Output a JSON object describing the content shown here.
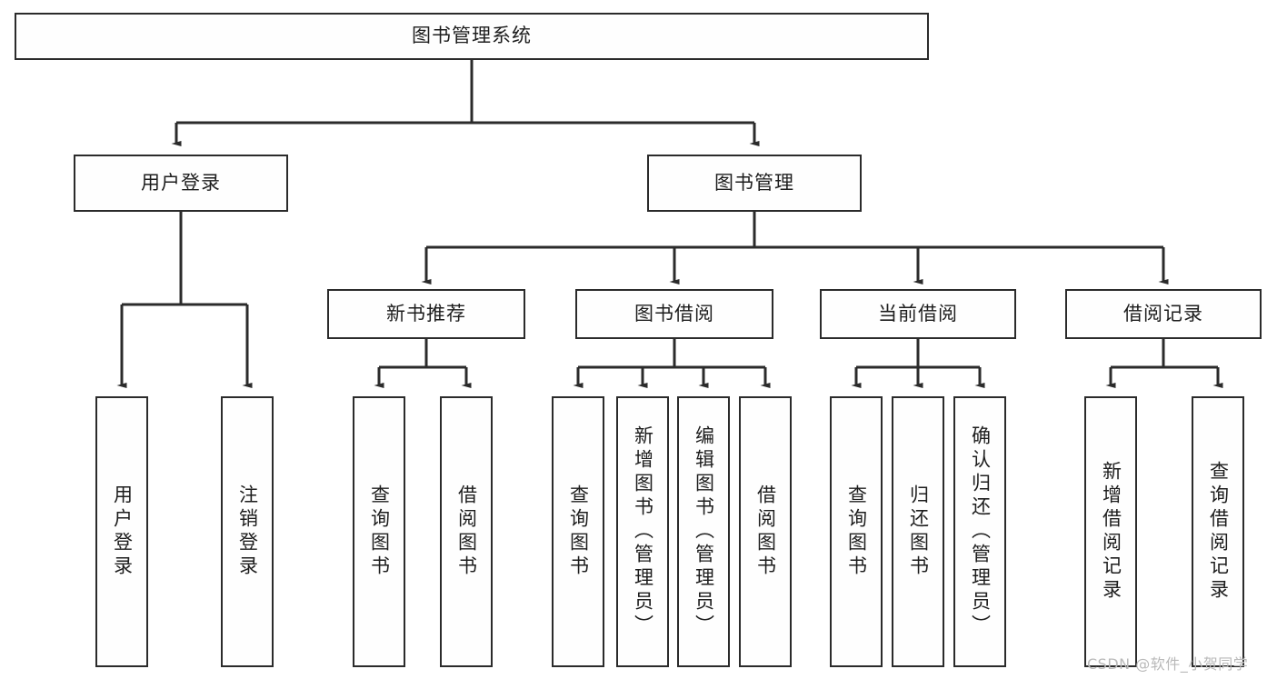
{
  "diagram": {
    "type": "tree-hierarchy",
    "title": "图书管理系统",
    "watermark": "CSDN @软件_小贺同学",
    "colors": {
      "border": "#2b2b2b",
      "fill": "#fefefe",
      "connector": "#2b2b2b",
      "text": "#1d1d1d",
      "watermark": "#b9b9b9"
    },
    "nodes": {
      "root": {
        "label": "图书管理系统",
        "orientation": "horizontal"
      },
      "level1": [
        {
          "id": "user-login",
          "label": "用户登录",
          "orientation": "horizontal"
        },
        {
          "id": "book-manage",
          "label": "图书管理",
          "orientation": "horizontal"
        }
      ],
      "level2": [
        {
          "id": "new-book-recommend",
          "label": "新书推荐",
          "orientation": "horizontal"
        },
        {
          "id": "book-borrow",
          "label": "图书借阅",
          "orientation": "horizontal"
        },
        {
          "id": "current-borrow",
          "label": "当前借阅",
          "orientation": "horizontal"
        },
        {
          "id": "borrow-record",
          "label": "借阅记录",
          "orientation": "horizontal"
        }
      ],
      "leaves": [
        {
          "id": "leaf-user-login",
          "label": "用户登录",
          "parent": "user-login",
          "orientation": "vertical"
        },
        {
          "id": "leaf-logout-login",
          "label": "注销登录",
          "parent": "user-login",
          "orientation": "vertical"
        },
        {
          "id": "leaf-query-book-1",
          "label": "查询图书",
          "parent": "new-book-recommend",
          "orientation": "vertical"
        },
        {
          "id": "leaf-borrow-book-1",
          "label": "借阅图书",
          "parent": "new-book-recommend",
          "orientation": "vertical"
        },
        {
          "id": "leaf-query-book-2",
          "label": "查询图书",
          "parent": "book-borrow",
          "orientation": "vertical"
        },
        {
          "id": "leaf-add-book",
          "label": "新增图书（管理员）",
          "parent": "book-borrow",
          "orientation": "vertical"
        },
        {
          "id": "leaf-edit-book",
          "label": "编辑图书（管理员）",
          "parent": "book-borrow",
          "orientation": "vertical"
        },
        {
          "id": "leaf-borrow-book-2",
          "label": "借阅图书",
          "parent": "book-borrow",
          "orientation": "vertical"
        },
        {
          "id": "leaf-query-book-3",
          "label": "查询图书",
          "parent": "current-borrow",
          "orientation": "vertical"
        },
        {
          "id": "leaf-return-book",
          "label": "归还图书",
          "parent": "current-borrow",
          "orientation": "vertical"
        },
        {
          "id": "leaf-confirm-return",
          "label": "确认归还（管理员）",
          "parent": "current-borrow",
          "orientation": "vertical"
        },
        {
          "id": "leaf-add-record",
          "label": "新增借阅记录",
          "parent": "borrow-record",
          "orientation": "vertical"
        },
        {
          "id": "leaf-query-record",
          "label": "查询借阅记录",
          "parent": "borrow-record",
          "orientation": "vertical"
        }
      ]
    }
  }
}
